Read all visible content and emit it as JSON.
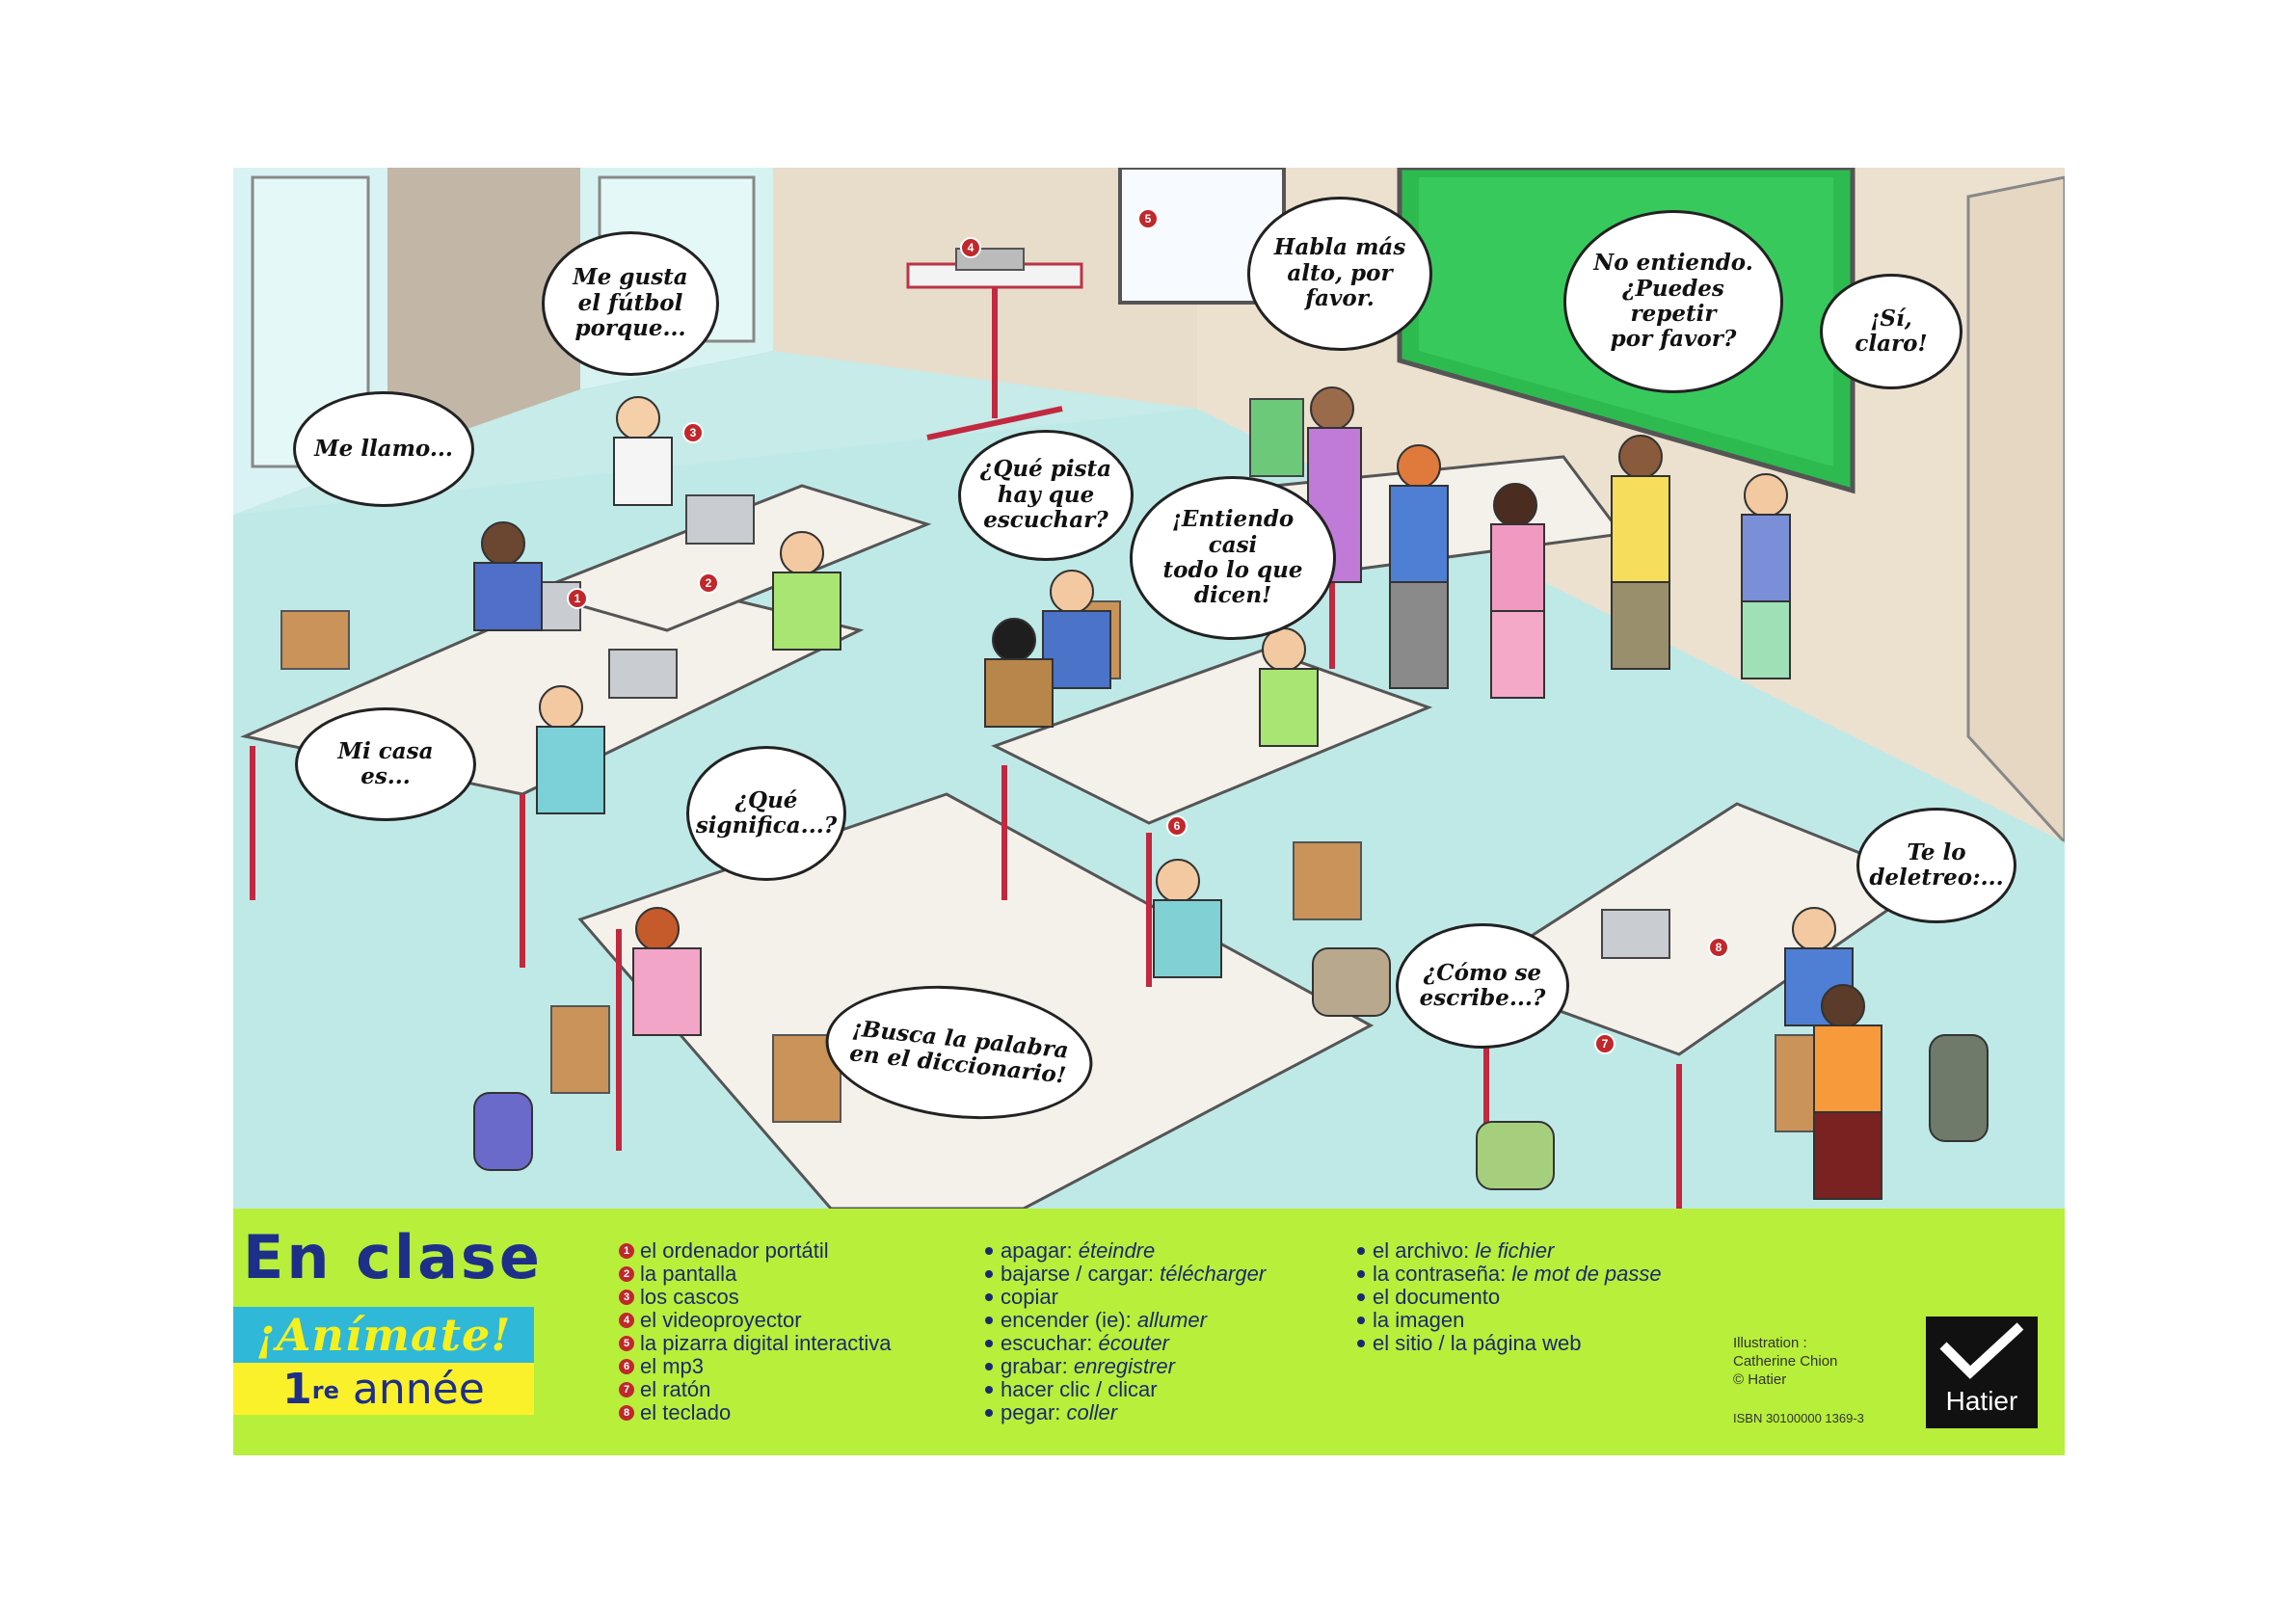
{
  "scene": {
    "bubbles": {
      "b_llamo": "Me llamo...",
      "b_futbol": "Me gusta\nel fútbol\nporque...",
      "b_alto": "Habla más\nalto, por\nfavor.",
      "b_noentiendo": "No entiendo.\n¿Puedes repetir\npor favor?",
      "b_si": "¡Sí, claro!",
      "b_pista": "¿Qué pista\nhay que\nescuchar?",
      "b_entiendo": "¡Entiendo casi\ntodo lo que\ndicen!",
      "b_casa": "Mi casa es...",
      "b_significa": "¿Qué\nsignifica...?",
      "b_deletreo": "Te lo\ndeletreo:...",
      "b_escribe": "¿Cómo se\nescribe...?",
      "b_busca": "¡Busca la palabra\nen el diccionario!"
    },
    "markers": [
      "1",
      "2",
      "3",
      "4",
      "5",
      "6",
      "7",
      "8"
    ]
  },
  "footer": {
    "title": "En clase",
    "brand": "¡Anímate!",
    "year_num": "1",
    "year_sup": "re",
    "year_word": "année",
    "col1": [
      {
        "n": "1",
        "text": "el ordenador portátil"
      },
      {
        "n": "2",
        "text": "la pantalla"
      },
      {
        "n": "3",
        "text": "los cascos"
      },
      {
        "n": "4",
        "text": "el videoproyector"
      },
      {
        "n": "5",
        "text": "la pizarra digital interactiva"
      },
      {
        "n": "6",
        "text": "el mp3"
      },
      {
        "n": "7",
        "text": "el ratón"
      },
      {
        "n": "8",
        "text": "el teclado"
      }
    ],
    "col2": [
      {
        "es": "apagar:",
        "fr": "éteindre"
      },
      {
        "es": "bajarse / cargar:",
        "fr": "télécharger"
      },
      {
        "es": "copiar",
        "fr": ""
      },
      {
        "es": "encender (ie):",
        "fr": "allumer"
      },
      {
        "es": "escuchar:",
        "fr": "écouter"
      },
      {
        "es": "grabar:",
        "fr": "enregistrer"
      },
      {
        "es": "hacer clic / clicar",
        "fr": ""
      },
      {
        "es": "pegar:",
        "fr": "coller"
      }
    ],
    "col3": [
      {
        "es": "el archivo:",
        "fr": "le fichier"
      },
      {
        "es": "la contraseña:",
        "fr": "le mot de passe"
      },
      {
        "es": "el documento",
        "fr": ""
      },
      {
        "es": "la imagen",
        "fr": ""
      },
      {
        "es": "el sitio / la página web",
        "fr": ""
      }
    ],
    "credit": "Illustration :\nCatherine Chion\n© Hatier",
    "isbn": "ISBN 30100000 1369-3",
    "publisher": "Hatier"
  },
  "colors": {
    "footer_bg": "#b7ef3a",
    "title": "#1e2f8a",
    "brand_top": "#2fb8d8",
    "brand_bottom": "#fbf12b",
    "marker": "#c0282b"
  }
}
